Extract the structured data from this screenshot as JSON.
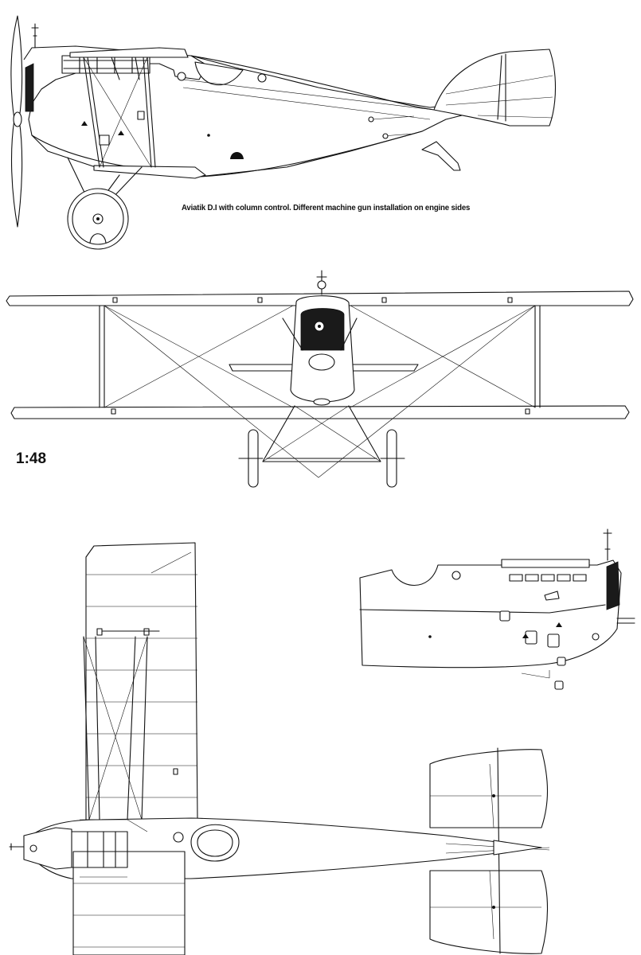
{
  "caption": "Aviatik D.I with column control. Different machine gun installation on engine sides",
  "scale_label": "1:48",
  "views": {
    "side": "side-view",
    "front": "front-view",
    "top": "top-view",
    "fuselage_detail": "fuselage-side-detail"
  }
}
